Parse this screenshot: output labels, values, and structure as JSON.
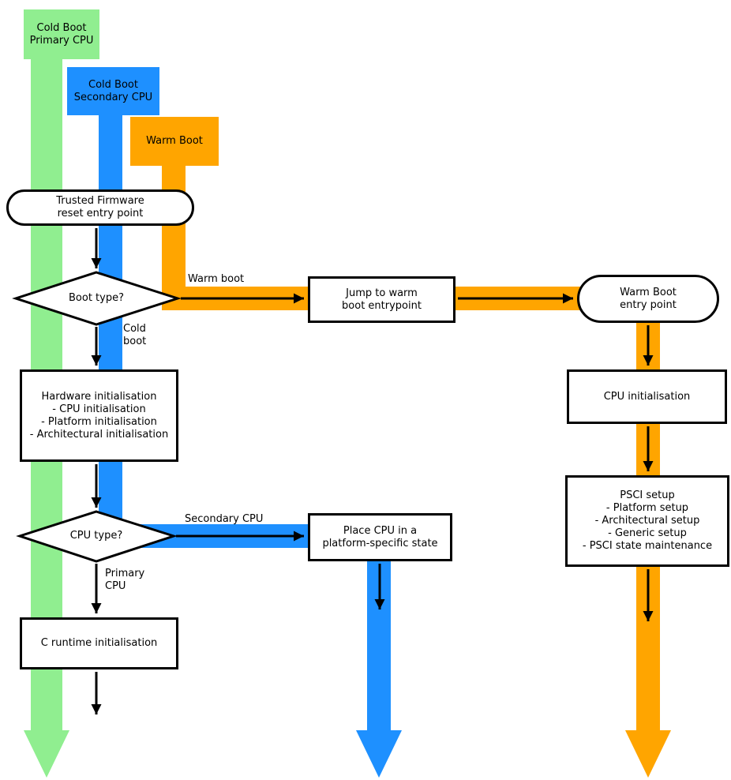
{
  "colors": {
    "green": "#90EE90",
    "blue": "#1E90FF",
    "orange": "#FFA500",
    "line": "#000000",
    "node_fill": "#ffffff"
  },
  "legend": {
    "cold_boot_primary": "Cold Boot\nPrimary CPU",
    "cold_boot_secondary": "Cold Boot\nSecondary CPU",
    "warm_boot": "Warm Boot"
  },
  "nodes": {
    "reset_entry": "Trusted Firmware\nreset entry point",
    "boot_type": "Boot type?",
    "jump_warm": "Jump to warm\nboot entrypoint",
    "warm_entry": "Warm Boot\nentry point",
    "hardware_init": "Hardware initialisation\n- CPU initialisation\n- Platform initialisation\n- Architectural initialisation",
    "cpu_type": "CPU type?",
    "place_cpu": "Place CPU in a\nplatform-specific state",
    "c_runtime": "C runtime initialisation",
    "cpu_init": "CPU initialisation",
    "psci_setup": "PSCI setup\n- Platform setup\n- Architectural setup\n- Generic setup\n- PSCI state maintenance"
  },
  "edge_labels": {
    "warm_boot": "Warm boot",
    "cold_boot": "Cold\nboot",
    "secondary_cpu": "Secondary CPU",
    "primary_cpu": "Primary\nCPU"
  }
}
